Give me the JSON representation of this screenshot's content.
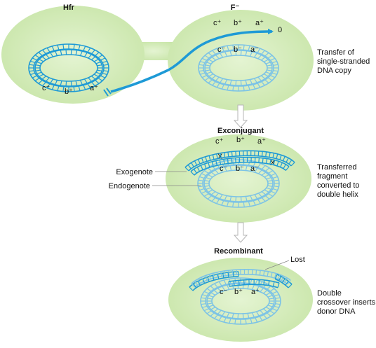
{
  "titles": {
    "hfr": "Hfr",
    "f_minus": "F⁻",
    "exconjugant": "Exconjugant",
    "recombinant": "Recombinant"
  },
  "genes": {
    "donor_transfer": [
      "c⁺",
      "b⁺",
      "a⁺"
    ],
    "origin": "0",
    "recipient": [
      "c⁻",
      "b⁻",
      "a⁻"
    ],
    "hfr": [
      "c⁺",
      "b⁺",
      "a⁺"
    ],
    "exo": [
      "c⁺",
      "b⁺",
      "a⁺"
    ],
    "endo": [
      "c⁻",
      "b⁻",
      "a⁻"
    ],
    "recomb": [
      "c⁻",
      "b⁺",
      "a⁺"
    ]
  },
  "labels": {
    "transfer": [
      "Transfer of",
      "single-stranded",
      "DNA copy"
    ],
    "transferred": [
      "Transferred",
      "fragment",
      "converted to",
      "double helix"
    ],
    "double_crossover": [
      "Double",
      "crossover inserts",
      "donor DNA"
    ],
    "exogenote": "Exogenote",
    "endogenote": "Endogenote",
    "lost": "Lost"
  },
  "colors": {
    "cell_fill": "#d7edbf",
    "cell_edge": "#b9da97",
    "donor_dna": "#1e9ad6",
    "recipient_dna": "#7cc3e6",
    "arrow_fill": "#ffffff",
    "arrow_stroke": "#b5b5b5",
    "leader_line": "#888888"
  }
}
